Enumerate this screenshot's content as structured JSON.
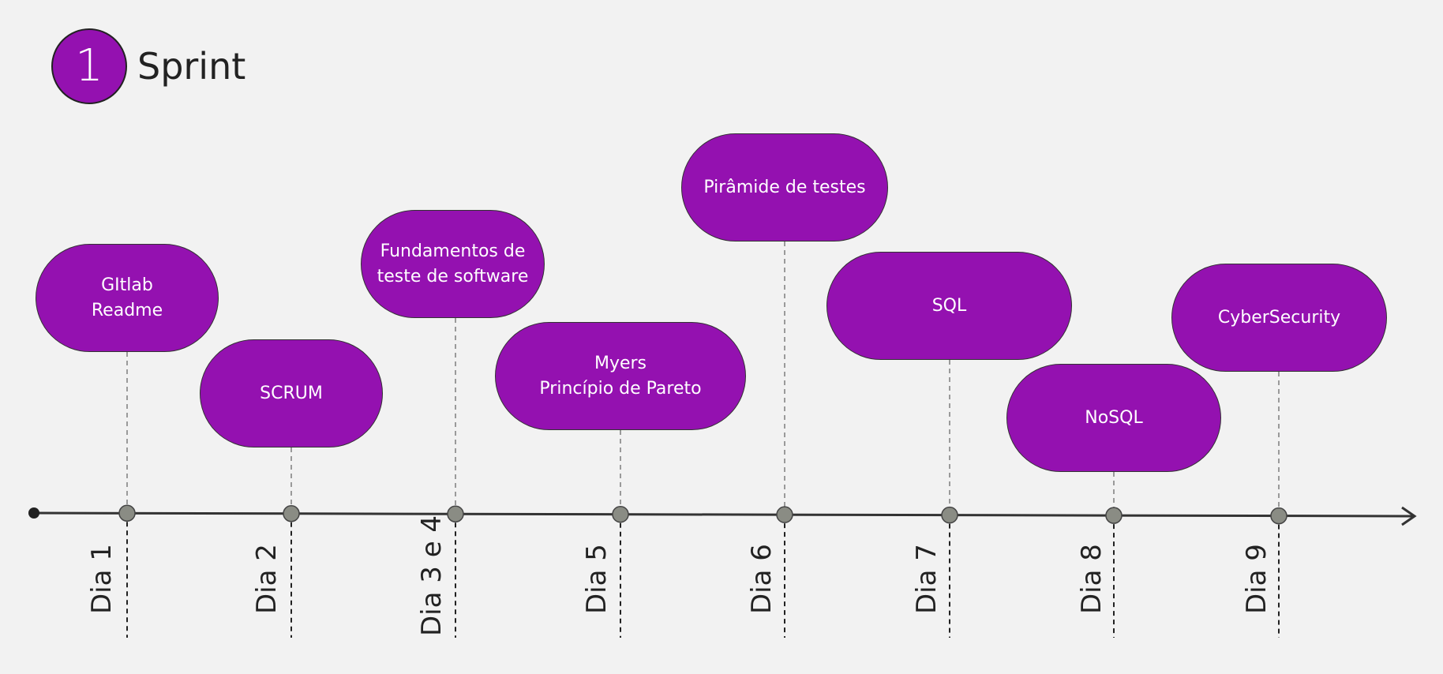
{
  "header": {
    "number": "1",
    "title": "Sprint"
  },
  "milestones": [
    {
      "day": "Dia 1",
      "topic": "GItlab\nReadme"
    },
    {
      "day": "Dia 2",
      "topic": "SCRUM"
    },
    {
      "day": "Dia 3 e 4",
      "topic": "Fundamentos de\nteste de software"
    },
    {
      "day": "Dia 5",
      "topic": "Myers\nPrincípio de Pareto"
    },
    {
      "day": "Dia 6",
      "topic": "Pirâmide de testes"
    },
    {
      "day": "Dia 7",
      "topic": "SQL"
    },
    {
      "day": "Dia 8",
      "topic": "NoSQL"
    },
    {
      "day": "Dia 9",
      "topic": "CyberSecurity"
    }
  ],
  "colors": {
    "accent": "#9411b0",
    "axis": "#333333",
    "dot": "#8a8c84",
    "background": "#f2f2f2"
  }
}
